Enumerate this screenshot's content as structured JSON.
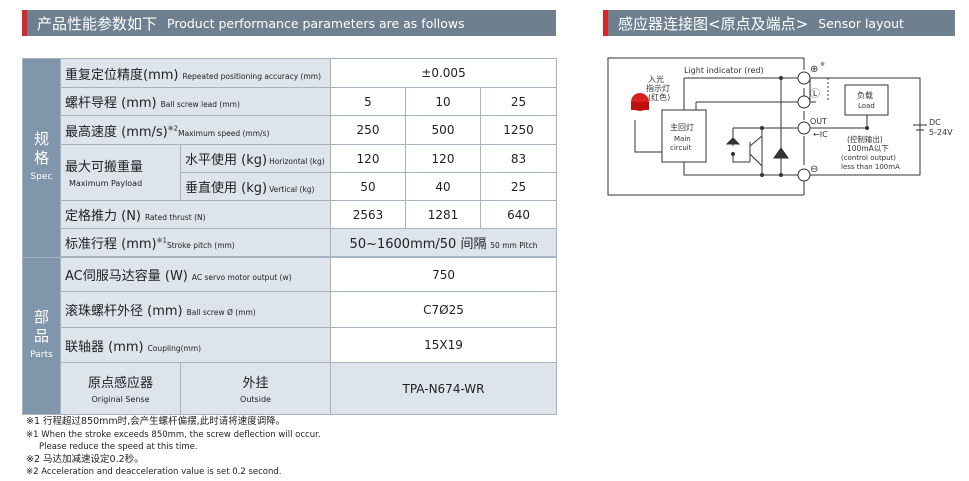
{
  "left_header": {
    "zh": "产品性能参数如下",
    "en": "Product performance parameters are as follows"
  },
  "right_header": {
    "zh": "感应器连接图<原点及端点>",
    "en": "Sensor layout"
  },
  "groups": {
    "spec_zh1": "规",
    "spec_zh2": "格",
    "spec_en": "Spec",
    "parts_zh1": "部",
    "parts_zh2": "品",
    "parts_en": "Parts"
  },
  "rows": {
    "accuracy": {
      "zh": "重复定位精度(mm)",
      "en": "Repeated positioning accuracy (mm)",
      "value": "±0.005"
    },
    "lead": {
      "zh": "螺杆导程 (mm)",
      "en": "Ball screw lead (mm)",
      "values": [
        "5",
        "10",
        "25"
      ]
    },
    "speed": {
      "zh": "最高速度 (mm/s)",
      "note": "※2",
      "en": "Maximum speed (mm/s)",
      "values": [
        "250",
        "500",
        "1250"
      ]
    },
    "payload": {
      "zh": "最大可搬重量",
      "en": "Maximum  Payload",
      "horizontal": {
        "zh": "水平使用 (kg)",
        "en": "Horizontal (kg)",
        "values": [
          "120",
          "120",
          "83"
        ]
      },
      "vertical": {
        "zh": "垂直使用 (kg)",
        "en": "Vertical (kg)",
        "values": [
          "50",
          "40",
          "25"
        ]
      }
    },
    "thrust": {
      "zh": "定格推力 (N)",
      "en": "Rated thrust (N)",
      "values": [
        "2563",
        "1281",
        "640"
      ]
    },
    "stroke": {
      "zh": "标准行程 (mm)",
      "note": "※1",
      "en": "Stroke pitch (mm)",
      "value": "50~1600mm/50 间隔",
      "value_en": "50 mm Pitch"
    },
    "motor": {
      "zh": "AC伺服马达容量 (W)",
      "en": "AC servo motor output (w)",
      "value": "750"
    },
    "screw": {
      "zh": "滚珠螺杆外径 (mm)",
      "en": "Ball screw Ø (mm)",
      "value": "C7Ø25"
    },
    "coupling": {
      "zh": "联轴器 (mm)",
      "en": "Coupling(mm)",
      "value": "15X19"
    },
    "sensor": {
      "zh": "原点感应器",
      "en": "Original Sense",
      "type_zh": "外挂",
      "type_en": "Outside",
      "value": "TPA-N674-WR"
    }
  },
  "notes": [
    "※1 行程超过850mm时,会产生螺杆偏摆,此时请将速度调降。",
    "※1 When the stroke exceeds 850mm, the screw deflection will occur.",
    "Please reduce the speed at this time.",
    "※2 马达加减速设定0.2秒。",
    "※2 Acceleration and deacceleration value is set 0.2 second."
  ],
  "diagram": {
    "light_indicator": "Light indicator (red)",
    "led_zh1": "入光",
    "led_zh2": "指示灯",
    "led_zh3": "(红色)",
    "main_zh": "主回灯",
    "main_en1": "Main",
    "main_en2": "circuit",
    "plus": "⊕",
    "plus_note": "※",
    "l": "Ⓛ",
    "out": "OUT",
    "ic": "←IC",
    "minus": "⊖",
    "load_zh": "负载",
    "load_en": "Load",
    "dc": "DC",
    "dc_v": "5-24V",
    "ctrl_zh": "(控制输出)",
    "ctrl_zh2": "100mA以下",
    "ctrl_en": "(control output)",
    "ctrl_en2": "less than 100mA"
  }
}
